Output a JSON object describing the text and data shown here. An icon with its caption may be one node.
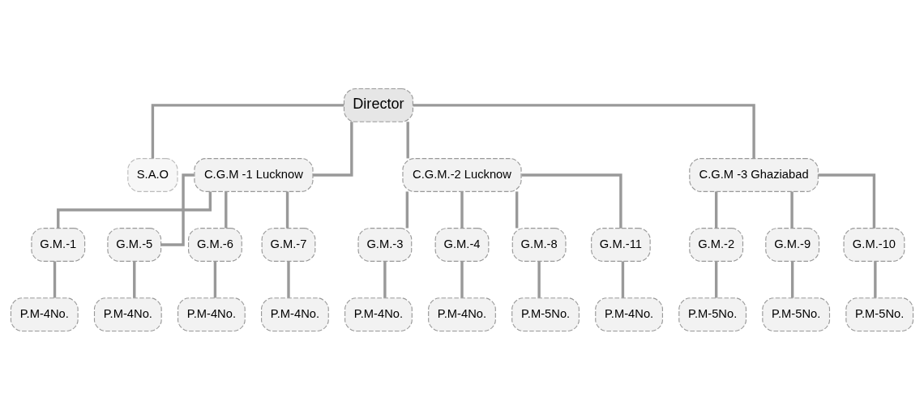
{
  "diagram": {
    "nodes": [
      {
        "text": [
          "Director"
        ]
      },
      {
        "text": [
          "S.A.O"
        ]
      },
      {
        "text": [
          "C.G.M -1 Lucknow"
        ]
      },
      {
        "text": [
          "C.G.M.-2 Lucknow"
        ]
      },
      {
        "text": [
          "C.G.M -3 Ghaziabad"
        ]
      },
      {
        "text": [
          "G.M.-1"
        ]
      },
      {
        "text": [
          "G.M.-5"
        ]
      },
      {
        "text": [
          "G.M.-6"
        ]
      },
      {
        "text": [
          "G.M.-7"
        ]
      },
      {
        "text": [
          "G.M.-3"
        ]
      },
      {
        "text": [
          "G.M.-4"
        ]
      },
      {
        "text": [
          "G.M.-8"
        ]
      },
      {
        "text": [
          "G.M.-11"
        ]
      },
      {
        "text": [
          "G.M.-2"
        ]
      },
      {
        "text": [
          "G.M.-9"
        ]
      },
      {
        "text": [
          "G.M.-10"
        ]
      },
      {
        "text": [
          "P.M-4No."
        ]
      },
      {
        "text": [
          "P.M-4No."
        ]
      },
      {
        "text": [
          "P.M-4No."
        ]
      },
      {
        "text": [
          "P.M-4No."
        ]
      },
      {
        "text": [
          "P.M-4No."
        ]
      },
      {
        "text": [
          "P.M-4No."
        ]
      },
      {
        "text": [
          "P.M-5No."
        ]
      },
      {
        "text": [
          "P.M-4No."
        ]
      },
      {
        "text": [
          "P.M-5No."
        ]
      },
      {
        "text": [
          "P.M-5No."
        ]
      },
      {
        "text": [
          "P.M-5No."
        ]
      }
    ],
    "edges": [
      {
        "from": 0,
        "to": 1,
        "arrow": "none"
      },
      {
        "from": 0,
        "to": 2,
        "arrow": "none"
      },
      {
        "from": 0,
        "to": 3,
        "arrow": "none"
      },
      {
        "from": 0,
        "to": 4,
        "arrow": "none"
      },
      {
        "from": 2,
        "to": 5,
        "arrow": "none"
      },
      {
        "from": 2,
        "to": 6,
        "arrow": "none"
      },
      {
        "from": 2,
        "to": 7,
        "arrow": "none"
      },
      {
        "from": 2,
        "to": 8,
        "arrow": "none"
      },
      {
        "from": 3,
        "to": 9,
        "arrow": "none"
      },
      {
        "from": 3,
        "to": 10,
        "arrow": "none"
      },
      {
        "from": 3,
        "to": 11,
        "arrow": "none"
      },
      {
        "from": 3,
        "to": 12,
        "arrow": "none"
      },
      {
        "from": 4,
        "to": 13,
        "arrow": "none"
      },
      {
        "from": 4,
        "to": 14,
        "arrow": "none"
      },
      {
        "from": 4,
        "to": 15,
        "arrow": "none"
      },
      {
        "from": 5,
        "to": 16,
        "arrow": "none"
      },
      {
        "from": 6,
        "to": 17,
        "arrow": "none"
      },
      {
        "from": 7,
        "to": 18,
        "arrow": "none"
      },
      {
        "from": 8,
        "to": 19,
        "arrow": "none"
      },
      {
        "from": 9,
        "to": 20,
        "arrow": "none"
      },
      {
        "from": 10,
        "to": 21,
        "arrow": "none"
      },
      {
        "from": 11,
        "to": 22,
        "arrow": "none"
      },
      {
        "from": 12,
        "to": 23,
        "arrow": "none"
      },
      {
        "from": 13,
        "to": 24,
        "arrow": "none"
      },
      {
        "from": 14,
        "to": 25,
        "arrow": "none"
      },
      {
        "from": 15,
        "to": 26,
        "arrow": "none"
      }
    ]
  }
}
